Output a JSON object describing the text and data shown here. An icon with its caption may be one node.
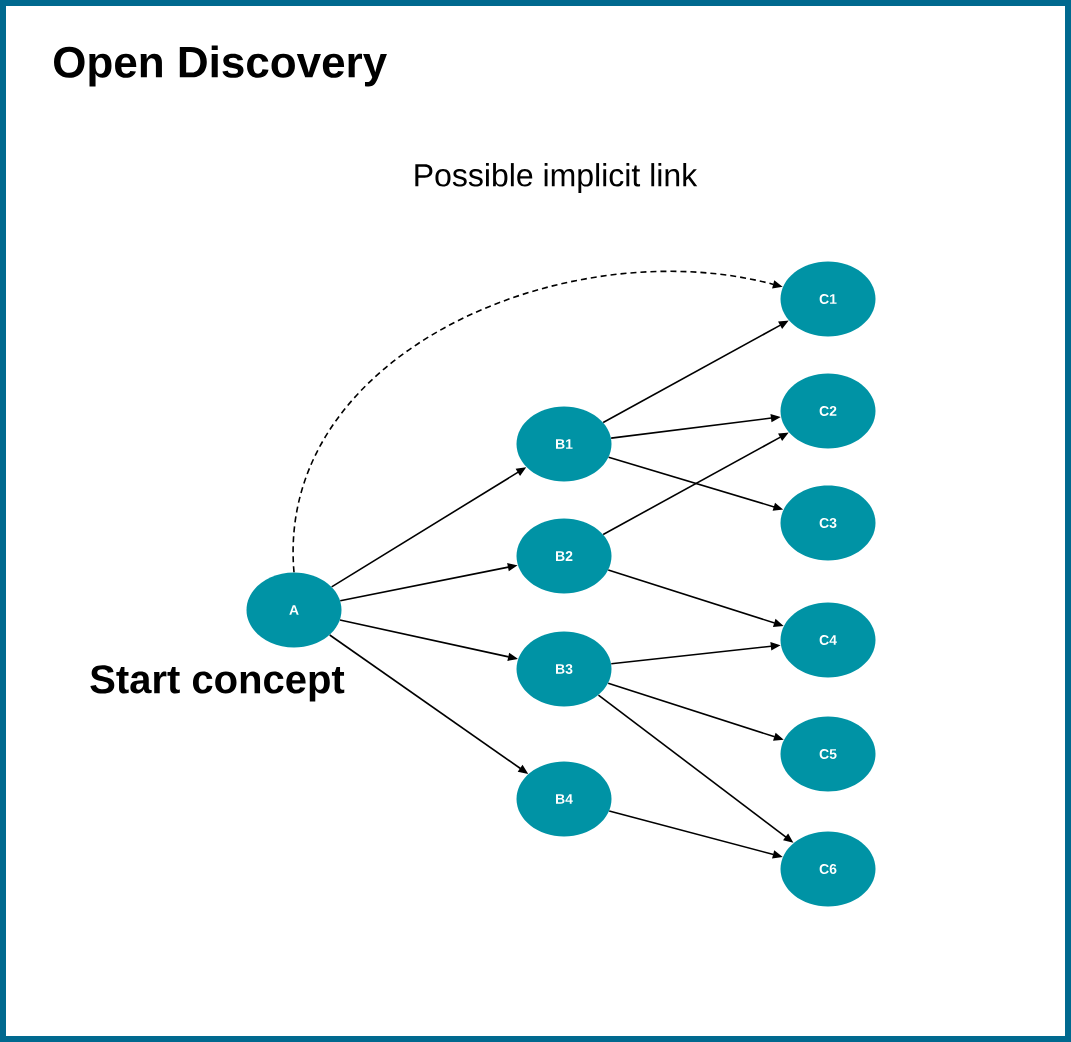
{
  "diagram": {
    "title": "Open Discovery",
    "nodes": [
      {
        "text": [
          "A"
        ],
        "beside": [
          "Start concept"
        ]
      },
      {
        "text": [
          "B1"
        ]
      },
      {
        "text": [
          "B2"
        ]
      },
      {
        "text": [
          "B3"
        ]
      },
      {
        "text": [
          "B4"
        ]
      },
      {
        "text": [
          "C1"
        ]
      },
      {
        "text": [
          "C2"
        ]
      },
      {
        "text": [
          "C3"
        ]
      },
      {
        "text": [
          "C4"
        ]
      },
      {
        "text": [
          "C5"
        ]
      },
      {
        "text": [
          "C6"
        ]
      }
    ],
    "edges": [
      {
        "from": 0,
        "to": 1,
        "arrow": "to"
      },
      {
        "from": 0,
        "to": 2,
        "arrow": "to"
      },
      {
        "from": 0,
        "to": 3,
        "arrow": "to"
      },
      {
        "from": 0,
        "to": 4,
        "arrow": "to"
      },
      {
        "from": 1,
        "to": 5,
        "arrow": "to"
      },
      {
        "from": 1,
        "to": 6,
        "arrow": "to"
      },
      {
        "from": 1,
        "to": 7,
        "arrow": "to"
      },
      {
        "from": 2,
        "to": 6,
        "arrow": "to"
      },
      {
        "from": 2,
        "to": 8,
        "arrow": "to"
      },
      {
        "from": 3,
        "to": 8,
        "arrow": "to"
      },
      {
        "from": 3,
        "to": 9,
        "arrow": "to"
      },
      {
        "from": 3,
        "to": 10,
        "arrow": "to"
      },
      {
        "from": 4,
        "to": 10,
        "arrow": "to"
      },
      {
        "from": 0,
        "to": 5,
        "arrow": "to",
        "style": "dashed",
        "label": "Possible implicit link"
      }
    ]
  }
}
